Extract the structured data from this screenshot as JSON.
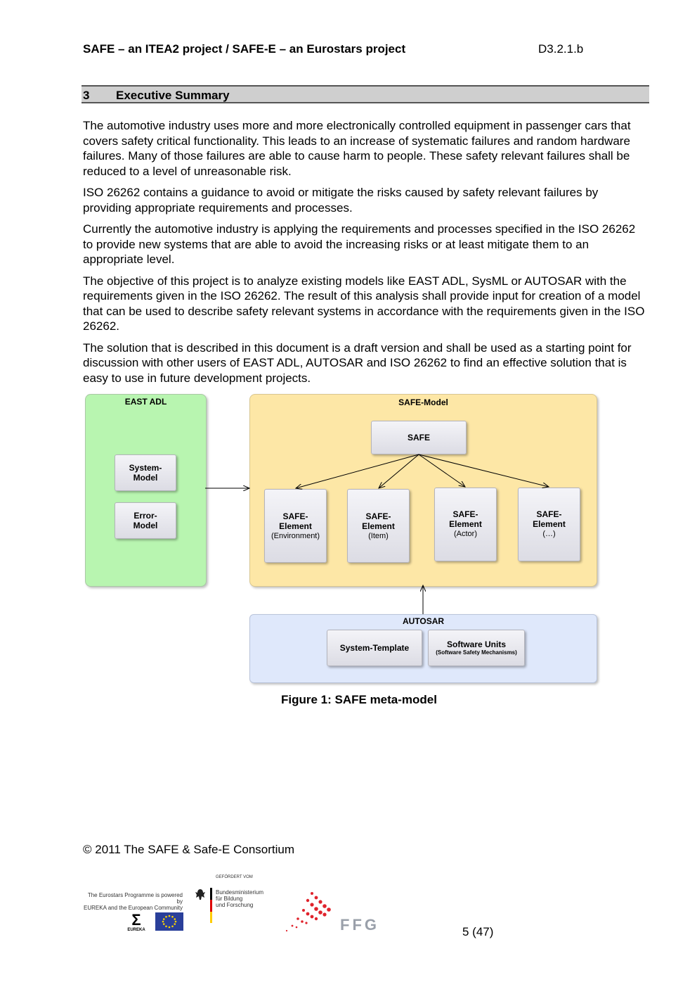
{
  "header": {
    "title": "SAFE – an ITEA2 project / SAFE-E – an Eurostars project",
    "doc_id": "D3.2.1.b"
  },
  "section": {
    "number": "3",
    "title": "Executive Summary"
  },
  "paragraphs": [
    "The automotive industry uses more and more electronically controlled equipment in passenger cars that covers safety critical functionality. This leads to an increase of systematic failures and random hardware failures. Many of those failures are able to cause harm to people. These safety relevant failures shall be reduced to a level of unreasonable risk.",
    "ISO 26262 contains a guidance to avoid or mitigate the risks caused by safety relevant failures by providing appropriate requirements and processes.",
    "Currently the automotive industry is applying the requirements and processes specified in the ISO 26262 to provide new systems that are able to avoid the increasing risks or at least mitigate them to an appropriate level.",
    "The objective of this project is to analyze existing models like EAST ADL, SysML or AUTOSAR with the requirements given in the ISO 26262. The result of this analysis shall provide input for creation of a model that can be used to describe safety relevant systems in accordance with the requirements given in the ISO 26262.",
    "The solution that is described in this document is a draft version and shall be used as a starting point for discussion with other users of EAST ADL, AUTOSAR and ISO 26262 to find an effective solution that is easy to use in future development projects."
  ],
  "diagram": {
    "east_adl": {
      "label": "EAST ADL",
      "items": [
        {
          "line1": "System-",
          "line2": "Model"
        },
        {
          "line1": "Error-",
          "line2": "Model"
        }
      ]
    },
    "safe_model": {
      "label": "SAFE-Model",
      "root": "SAFE",
      "elements": [
        {
          "line1": "SAFE-",
          "line2": "Element",
          "sub": "(Environment)"
        },
        {
          "line1": "SAFE-",
          "line2": "Element",
          "sub": "(Item)"
        },
        {
          "line1": "SAFE-",
          "line2": "Element",
          "sub": "(Actor)"
        },
        {
          "line1": "SAFE-",
          "line2": "Element",
          "sub": "(…)"
        }
      ]
    },
    "autosar": {
      "label": "AUTOSAR",
      "system_template": "System-Template",
      "software_units": "Software Units",
      "software_units_sub": "(Software Safety Mechanisms)"
    },
    "colors": {
      "east_adl_fill": "#b8f5b0",
      "safe_model_fill": "#fde7a6",
      "autosar_fill": "#dfe8fb"
    }
  },
  "caption": "Figure 1: SAFE meta-model",
  "footer": {
    "copyright": "© 2011 The SAFE & Safe-E  Consortium",
    "eurostars_text_1": "The Eurostars Programme is powered by",
    "eurostars_text_2": "EUREKA and the European Community",
    "eureka_label": "EUREKA",
    "bmbf_top": "GEFÖRDERT VOM",
    "bmbf_1": "Bundesministerium",
    "bmbf_2": "für Bildung",
    "bmbf_3": "und Forschung",
    "ffg": "FFG",
    "page": "5 (47)"
  }
}
